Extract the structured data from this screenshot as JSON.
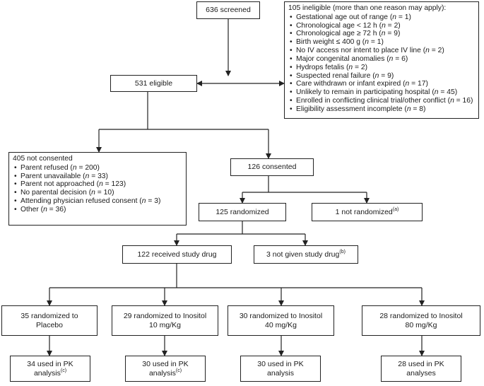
{
  "nodes": {
    "screened": {
      "label": "636 screened"
    },
    "ineligible": {
      "title": "105 ineligible (more than one reason may apply):",
      "items": [
        {
          "text": "Gestational age out of range",
          "n": "1"
        },
        {
          "text": "Chronological age < 12 h",
          "n": "2"
        },
        {
          "text": "Chronological age ≥ 72 h",
          "n": "9"
        },
        {
          "text": "Birth weight ≤ 400 g",
          "n": "1"
        },
        {
          "text": "No IV access nor intent to place IV line",
          "n": "2"
        },
        {
          "text": "Major congenital anomalies",
          "n": "6"
        },
        {
          "text": "Hydrops fetalis",
          "n": "2"
        },
        {
          "text": "Suspected renal failure",
          "n": "9"
        },
        {
          "text": "Care withdrawn or infant expired",
          "n": "17"
        },
        {
          "text": "Unlikely to remain in participating hospital",
          "n": "45"
        },
        {
          "text": "Enrolled in conflicting clinical trial/other conflict",
          "n": "16"
        },
        {
          "text": "Eligibility assessment incomplete",
          "n": "8"
        }
      ]
    },
    "eligible": {
      "label": "531 eligible"
    },
    "not_consented": {
      "title": "405 not consented",
      "items": [
        {
          "text": "Parent refused",
          "n": "200"
        },
        {
          "text": "Parent unavailable",
          "n": "33"
        },
        {
          "text": "Parent not approached",
          "n": "123"
        },
        {
          "text": "No parental decision",
          "n": "10"
        },
        {
          "text": "Attending physician refused consent",
          "n": "3"
        },
        {
          "text": "Other",
          "n": "36"
        }
      ]
    },
    "consented": {
      "label": "126 consented"
    },
    "randomized": {
      "label": "125 randomized"
    },
    "not_randomized": {
      "label": "1 not randomized",
      "note": "(a)"
    },
    "received": {
      "label": "122 received study drug"
    },
    "not_given": {
      "label": "3 not given study drug",
      "note": "(b)"
    },
    "arms": [
      {
        "line1": "35 randomized to",
        "line2": "Placebo"
      },
      {
        "line1": "29 randomized to Inositol",
        "line2": "10 mg/Kg"
      },
      {
        "line1": "30 randomized to Inositol",
        "line2": "40 mg/Kg"
      },
      {
        "line1": "28 randomized to Inositol",
        "line2": "80 mg/Kg"
      }
    ],
    "pk": [
      {
        "line1": "34 used in PK",
        "line2": "analysis",
        "note": "(c)"
      },
      {
        "line1": "30 used in PK",
        "line2": "analysis",
        "note": "(c)"
      },
      {
        "line1": "30 used in PK",
        "line2": "analysis",
        "note": ""
      },
      {
        "line1": "28 used in PK",
        "line2": "analyses",
        "note": ""
      }
    ]
  },
  "list_n_prefix": "n",
  "list_n_eq": " = "
}
